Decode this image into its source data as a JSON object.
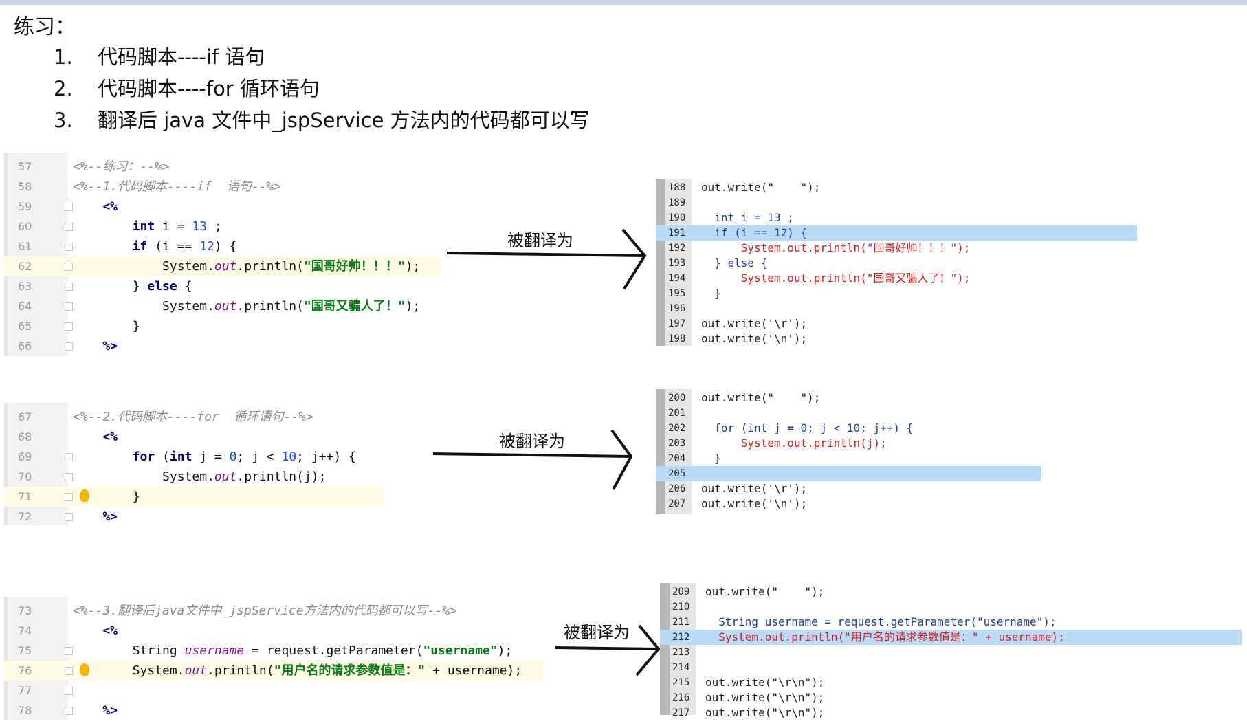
{
  "heading": "练习：",
  "items": [
    {
      "num": "1.",
      "text": "代码脚本----if  语句"
    },
    {
      "num": "2.",
      "text": "代码脚本----for  循环语句"
    },
    {
      "num": "3.",
      "text": "翻译后 java 文件中_jspService 方法内的代码都可以写"
    }
  ],
  "arrow_label": "被翻译为",
  "ide_blocks": [
    {
      "lines": [
        {
          "n": "57",
          "segs": [
            [
              "cmt",
              "<%--练习：--%>"
            ]
          ]
        },
        {
          "n": "58",
          "segs": [
            [
              "cmt",
              "<%--1.代码脚本----if  语句--%>"
            ]
          ]
        },
        {
          "n": "59",
          "segs": [
            [
              "kw",
              "    <%"
            ]
          ]
        },
        {
          "n": "60",
          "segs": [
            [
              "kw",
              "        int"
            ],
            [
              "",
              " i = "
            ],
            [
              "num",
              "13"
            ],
            [
              "",
              " ;"
            ]
          ]
        },
        {
          "n": "61",
          "segs": [
            [
              "kw",
              "        if"
            ],
            [
              "",
              " (i == "
            ],
            [
              "num",
              "12"
            ],
            [
              "",
              ") {"
            ]
          ]
        },
        {
          "n": "62",
          "segs": [
            [
              "",
              "            System."
            ],
            [
              "fld",
              "out"
            ],
            [
              "",
              ".println("
            ],
            [
              "str",
              "\"国哥好帅！！！\""
            ],
            [
              "",
              ");"
            ]
          ],
          "hl": true
        },
        {
          "n": "63",
          "segs": [
            [
              "",
              "        } "
            ],
            [
              "kw",
              "else"
            ],
            [
              "",
              " {"
            ]
          ]
        },
        {
          "n": "64",
          "segs": [
            [
              "",
              "            System."
            ],
            [
              "fld",
              "out"
            ],
            [
              "",
              ".println("
            ],
            [
              "str",
              "\"国哥又骗人了！\""
            ],
            [
              "",
              ");"
            ]
          ]
        },
        {
          "n": "65",
          "segs": [
            [
              "",
              "        }"
            ]
          ]
        },
        {
          "n": "66",
          "segs": [
            [
              "kw",
              "    %>"
            ]
          ]
        }
      ]
    },
    {
      "lines": [
        {
          "n": "67",
          "segs": [
            [
              "cmt",
              "<%--2.代码脚本----for  循环语句--%>"
            ]
          ]
        },
        {
          "n": "68",
          "segs": [
            [
              "kw",
              "    <%"
            ]
          ]
        },
        {
          "n": "69",
          "segs": [
            [
              "kw",
              "        for"
            ],
            [
              "",
              " ("
            ],
            [
              "kw",
              "int"
            ],
            [
              "",
              " j = "
            ],
            [
              "num",
              "0"
            ],
            [
              "",
              "; j < "
            ],
            [
              "num",
              "10"
            ],
            [
              "",
              "; j++) {"
            ]
          ]
        },
        {
          "n": "70",
          "segs": [
            [
              "",
              "            System."
            ],
            [
              "fld",
              "out"
            ],
            [
              "",
              ".println(j);"
            ]
          ]
        },
        {
          "n": "71",
          "segs": [
            [
              "",
              "        }"
            ]
          ],
          "hl": true,
          "bulb": true
        },
        {
          "n": "72",
          "segs": [
            [
              "kw",
              "    %>"
            ]
          ]
        }
      ]
    },
    {
      "lines": [
        {
          "n": "73",
          "segs": [
            [
              "cmt",
              "<%--3.翻译后java文件中_jspService方法内的代码都可以写--%>"
            ]
          ]
        },
        {
          "n": "74",
          "segs": [
            [
              "kw",
              "    <%"
            ]
          ]
        },
        {
          "n": "75",
          "segs": [
            [
              "",
              "        String "
            ],
            [
              "fld",
              "username"
            ],
            [
              "",
              " = request.getParameter("
            ],
            [
              "str",
              "\"username\""
            ],
            [
              "",
              ");"
            ]
          ]
        },
        {
          "n": "76",
          "segs": [
            [
              "",
              "        System."
            ],
            [
              "fld",
              "out"
            ],
            [
              "",
              ".println("
            ],
            [
              "str",
              "\"用户名的请求参数值是：\""
            ],
            [
              "",
              " + username);"
            ]
          ],
          "hl": true,
          "bulb": true
        },
        {
          "n": "77",
          "segs": [
            [
              "",
              ""
            ]
          ]
        },
        {
          "n": "78",
          "segs": [
            [
              "kw",
              "    %>"
            ]
          ]
        }
      ]
    }
  ],
  "translated_blocks": [
    {
      "rows": [
        {
          "n": "188",
          "t": "out.write(\"    \");"
        },
        {
          "n": "189",
          "t": ""
        },
        {
          "n": "190",
          "t": "  int i = 13 ;"
        },
        {
          "n": "191",
          "t": "  if (i == 12) {",
          "blue": true
        },
        {
          "n": "192",
          "t": "      System.out.println(\"国哥好帅！！！\");"
        },
        {
          "n": "193",
          "t": "  } else {"
        },
        {
          "n": "194",
          "t": "      System.out.println(\"国哥又骗人了！\");"
        },
        {
          "n": "195",
          "t": "  }"
        },
        {
          "n": "196",
          "t": ""
        },
        {
          "n": "197",
          "t": "out.write('\\r');"
        },
        {
          "n": "198",
          "t": "out.write('\\n');"
        }
      ]
    },
    {
      "rows": [
        {
          "n": "200",
          "t": "out.write(\"    \");"
        },
        {
          "n": "201",
          "t": ""
        },
        {
          "n": "202",
          "t": "  for (int j = 0; j < 10; j++) {"
        },
        {
          "n": "203",
          "t": "      System.out.println(j);"
        },
        {
          "n": "204",
          "t": "  }"
        },
        {
          "n": "205",
          "t": "",
          "blue": true
        },
        {
          "n": "206",
          "t": "out.write('\\r');"
        },
        {
          "n": "207",
          "t": "out.write('\\n');"
        }
      ]
    },
    {
      "rows": [
        {
          "n": "209",
          "t": "out.write(\"    \");"
        },
        {
          "n": "210",
          "t": ""
        },
        {
          "n": "211",
          "t": "  String username = request.getParameter(\"username\");"
        },
        {
          "n": "212",
          "t": "  System.out.println(\"用户名的请求参数值是：\" + username);",
          "blue": true
        },
        {
          "n": "213",
          "t": ""
        },
        {
          "n": "214",
          "t": ""
        },
        {
          "n": "215",
          "t": "out.write(\"\\r\\n\");"
        },
        {
          "n": "216",
          "t": "out.write(\"\\r\\n\");"
        },
        {
          "n": "217",
          "t": "out.write(\"\\r\\n\");"
        }
      ]
    }
  ]
}
